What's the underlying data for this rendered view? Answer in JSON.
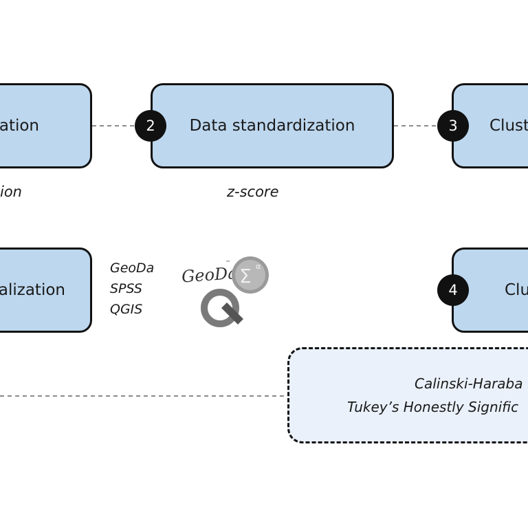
{
  "steps": [
    {
      "number": "",
      "label": "ation",
      "caption": "ion"
    },
    {
      "number": "2",
      "label": "Data standardization",
      "caption": "z-score"
    },
    {
      "number": "3",
      "label": "Clust"
    },
    {
      "number": "",
      "label": "alization"
    },
    {
      "number": "4",
      "label": "Clu"
    }
  ],
  "software": {
    "items": [
      "GeoDa",
      "SPSS",
      "QGIS"
    ],
    "logos": [
      {
        "name": "GeoDa",
        "text": "GeoDa",
        "tm": "™"
      },
      {
        "name": "SPSS",
        "text": "Σ",
        "sup": "α"
      },
      {
        "name": "QGIS",
        "text": "Q"
      }
    ]
  },
  "validation": {
    "lines": [
      "Calinski-Haraba",
      "Tukey’s Honestly Signific"
    ]
  },
  "colors": {
    "box_fill": "#bdd7ee",
    "dashed_box_fill": "#eaf1fa",
    "badge": "#111111",
    "border": "#111111"
  }
}
